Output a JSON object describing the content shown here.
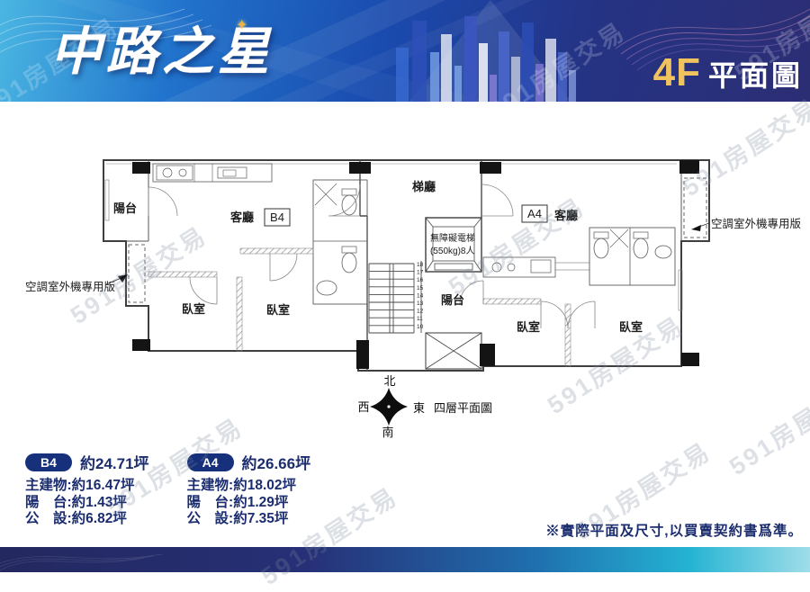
{
  "header": {
    "title": "中路之星",
    "floor": "4F",
    "floor_suffix": "平面圖"
  },
  "plan": {
    "labels": {
      "balcony": "陽台",
      "living": "客廳",
      "bedroom": "臥室",
      "stair_hall": "梯廳",
      "unit_b4": "B4",
      "unit_a4": "A4",
      "elevator_line1": "無障礙電梯",
      "elevator_line2": "(550kg)8人",
      "ac_unit": "空調室外機專用版",
      "compass_caption": "四層平面圖",
      "north": "北",
      "south": "南",
      "east": "東",
      "west": "西"
    },
    "stair_numbers": [
      "18",
      "17",
      "16",
      "15",
      "14",
      "13",
      "12",
      "11",
      "10"
    ]
  },
  "legend": {
    "units": [
      {
        "code": "B4",
        "total": "約24.71坪",
        "rows": [
          "主建物:約16.47坪",
          "陽　台:約1.43坪",
          "公　設:約6.82坪"
        ]
      },
      {
        "code": "A4",
        "total": "約26.66坪",
        "rows": [
          "主建物:約18.02坪",
          "陽　台:約1.29坪",
          "公　設:約7.35坪"
        ]
      }
    ]
  },
  "disclaimer": "※實際平面及尺寸,以買賣契約書爲準。",
  "watermark": "591房屋交易",
  "colors": {
    "header_gold": "#f0c35f",
    "legend_navy": "#1b2d6e",
    "pill_bg": "#16307c",
    "footer_cyan": "#24b3d3"
  }
}
